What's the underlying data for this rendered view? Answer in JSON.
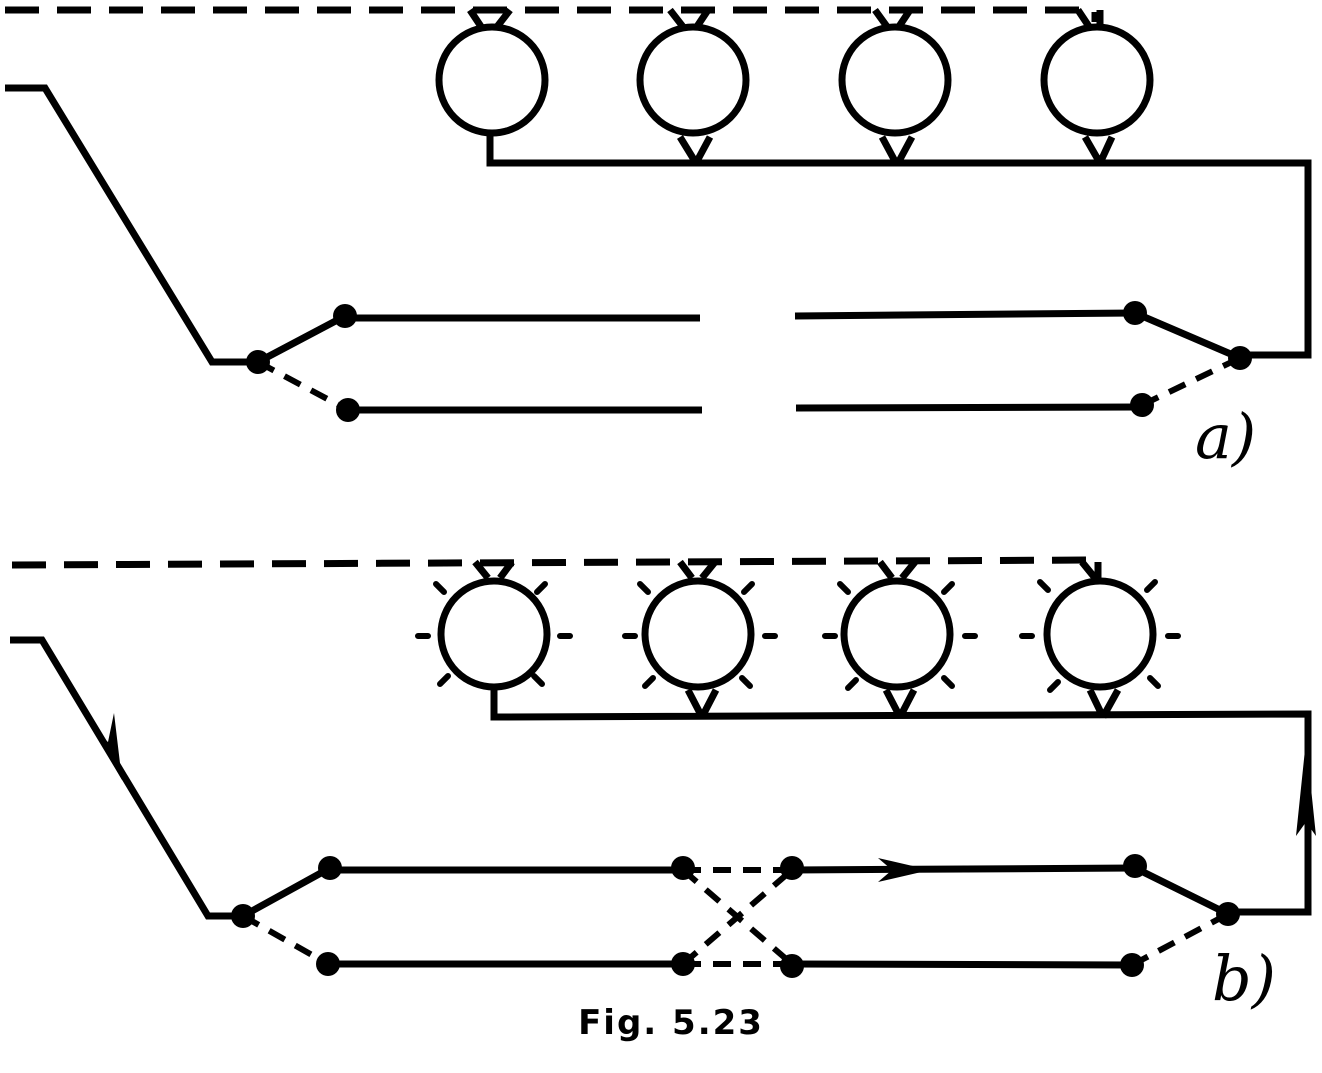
{
  "panels": [
    {
      "id": "a",
      "label": "a)"
    },
    {
      "id": "b",
      "label": "b)"
    }
  ],
  "caption": "Fig.  5.23"
}
